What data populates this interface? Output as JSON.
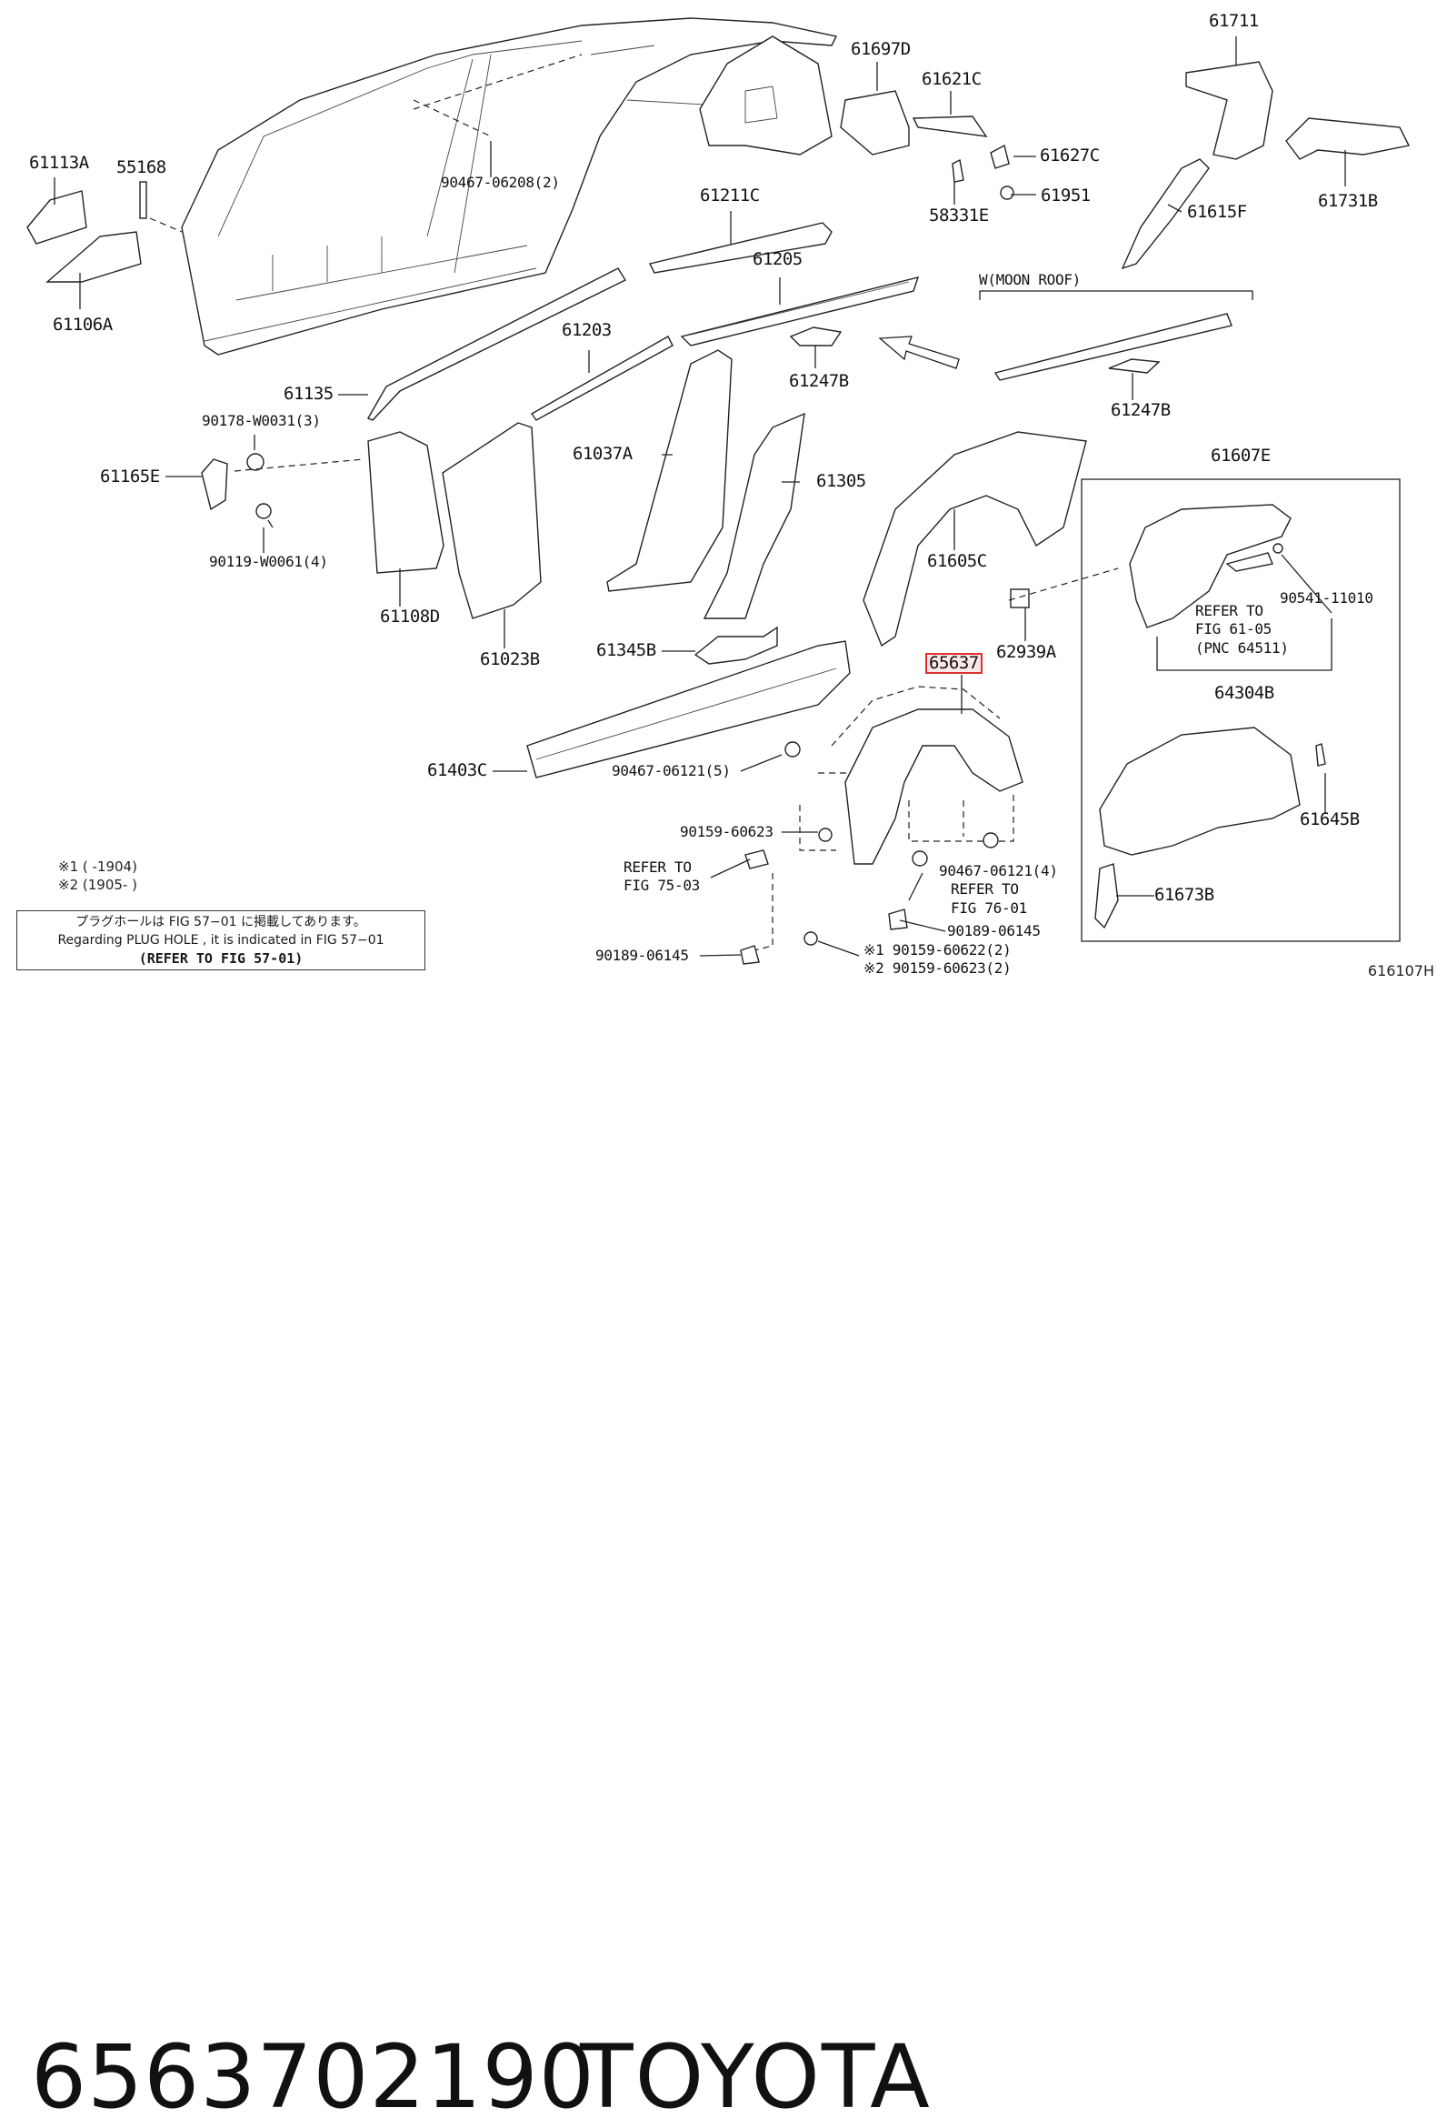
{
  "diagram": {
    "highlighted_part": "65637",
    "ref_code": "616107H",
    "labels": {
      "l61113A": "61113A",
      "l55168": "55168",
      "l61106A": "61106A",
      "l90467_06208": "90467-06208(2)",
      "l61697D": "61697D",
      "l61621C": "61621C",
      "l61627C": "61627C",
      "l61951": "61951",
      "l58331E": "58331E",
      "l61711": "61711",
      "l61731B": "61731B",
      "l61615F": "61615F",
      "l61211C": "61211C",
      "l61205": "61205",
      "l61203": "61203",
      "l61135": "61135",
      "l61247B_a": "61247B",
      "l61247B_b": "61247B",
      "moonroof": "W(MOON ROOF)",
      "l90178": "90178-W0031(3)",
      "l61165E": "61165E",
      "l90119": "90119-W0061(4)",
      "l61108D": "61108D",
      "l61023B": "61023B",
      "l61037A": "61037A",
      "l61305": "61305",
      "l61605C": "61605C",
      "l61607E": "61607E",
      "l90541": "90541-11010",
      "refer_6105_a": "REFER TO",
      "refer_6105_b": "FIG 61-05",
      "refer_6105_c": "(PNC 64511)",
      "l64304B": "64304B",
      "l62939A": "62939A",
      "l65637": "65637",
      "l61345B": "61345B",
      "l61403C": "61403C",
      "l90467_06121_5": "90467-06121(5)",
      "l90159_60623": "90159-60623",
      "refer_7503_a": "REFER TO",
      "refer_7503_b": "FIG 75-03",
      "l90467_06121_4": "90467-06121(4)",
      "refer_7601_a": "REFER TO",
      "refer_7601_b": "FIG 76-01",
      "l90189_06145_a": "90189-06145",
      "l90189_06145_b": "90189-06145",
      "l90159_60622": "※1 90159-60622(2)",
      "l90159_60623_2": "※2 90159-60623(2)",
      "l61645B": "61645B",
      "l61673B": "61673B"
    },
    "notes": {
      "n1": "※1 (       -1904)",
      "n2": "※2 (1905-       )",
      "box_jp": "プラグホールは FIG 57−01 に掲載してあります。",
      "box_en": "Regarding  PLUG  HOLE , it is indicated in FIG  57−01",
      "box_ref": "(REFER TO FIG 57-01)"
    }
  },
  "footer": {
    "part_number": "6563702190",
    "brand": "TOYOTA"
  }
}
